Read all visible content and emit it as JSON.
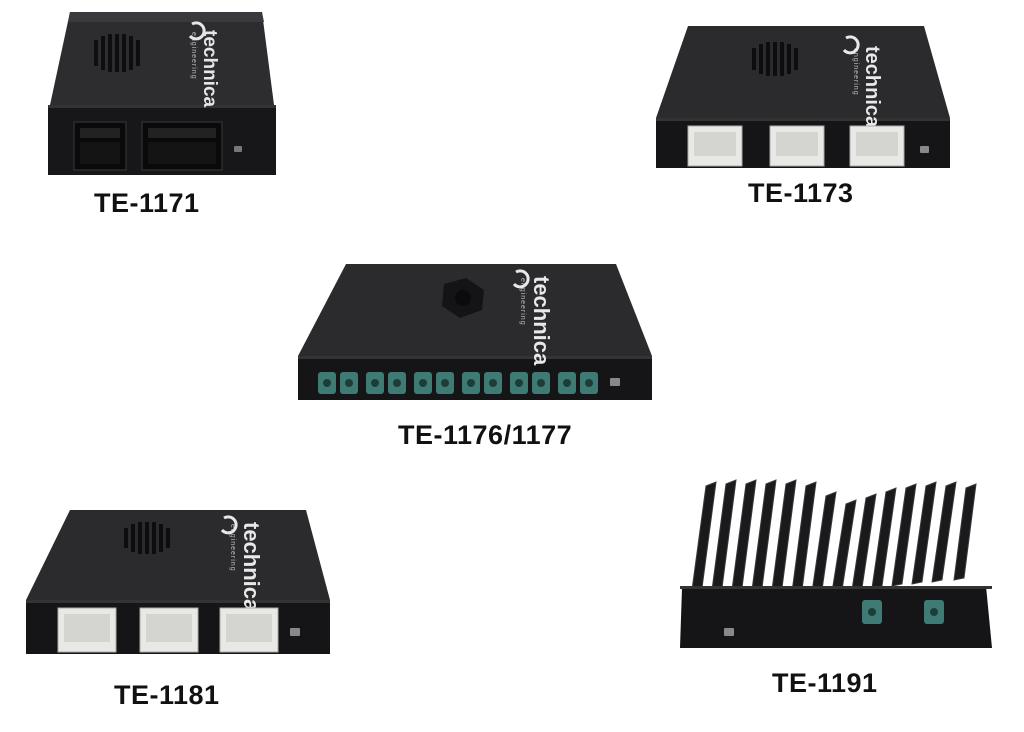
{
  "brand": {
    "name": "technica",
    "tagline": "engineering"
  },
  "colors": {
    "enclosure_top": "#2b2b2d",
    "enclosure_front": "#151517",
    "connector_white": "#e9e9e6",
    "connector_teal": "#3e7b74",
    "caption": "#111111"
  },
  "products": [
    {
      "id": "te-1171",
      "label": "TE-1171",
      "ports": 2,
      "port_type": "black-header"
    },
    {
      "id": "te-1173",
      "label": "TE-1173",
      "ports": 3,
      "port_type": "white-header"
    },
    {
      "id": "te-1176",
      "label": "TE-1176/1177",
      "ports": 12,
      "port_type": "teal-fakra"
    },
    {
      "id": "te-1181",
      "label": "TE-1181",
      "ports": 3,
      "port_type": "white-header"
    },
    {
      "id": "te-1191",
      "label": "TE-1191",
      "ports": 2,
      "port_type": "teal-fakra"
    }
  ]
}
